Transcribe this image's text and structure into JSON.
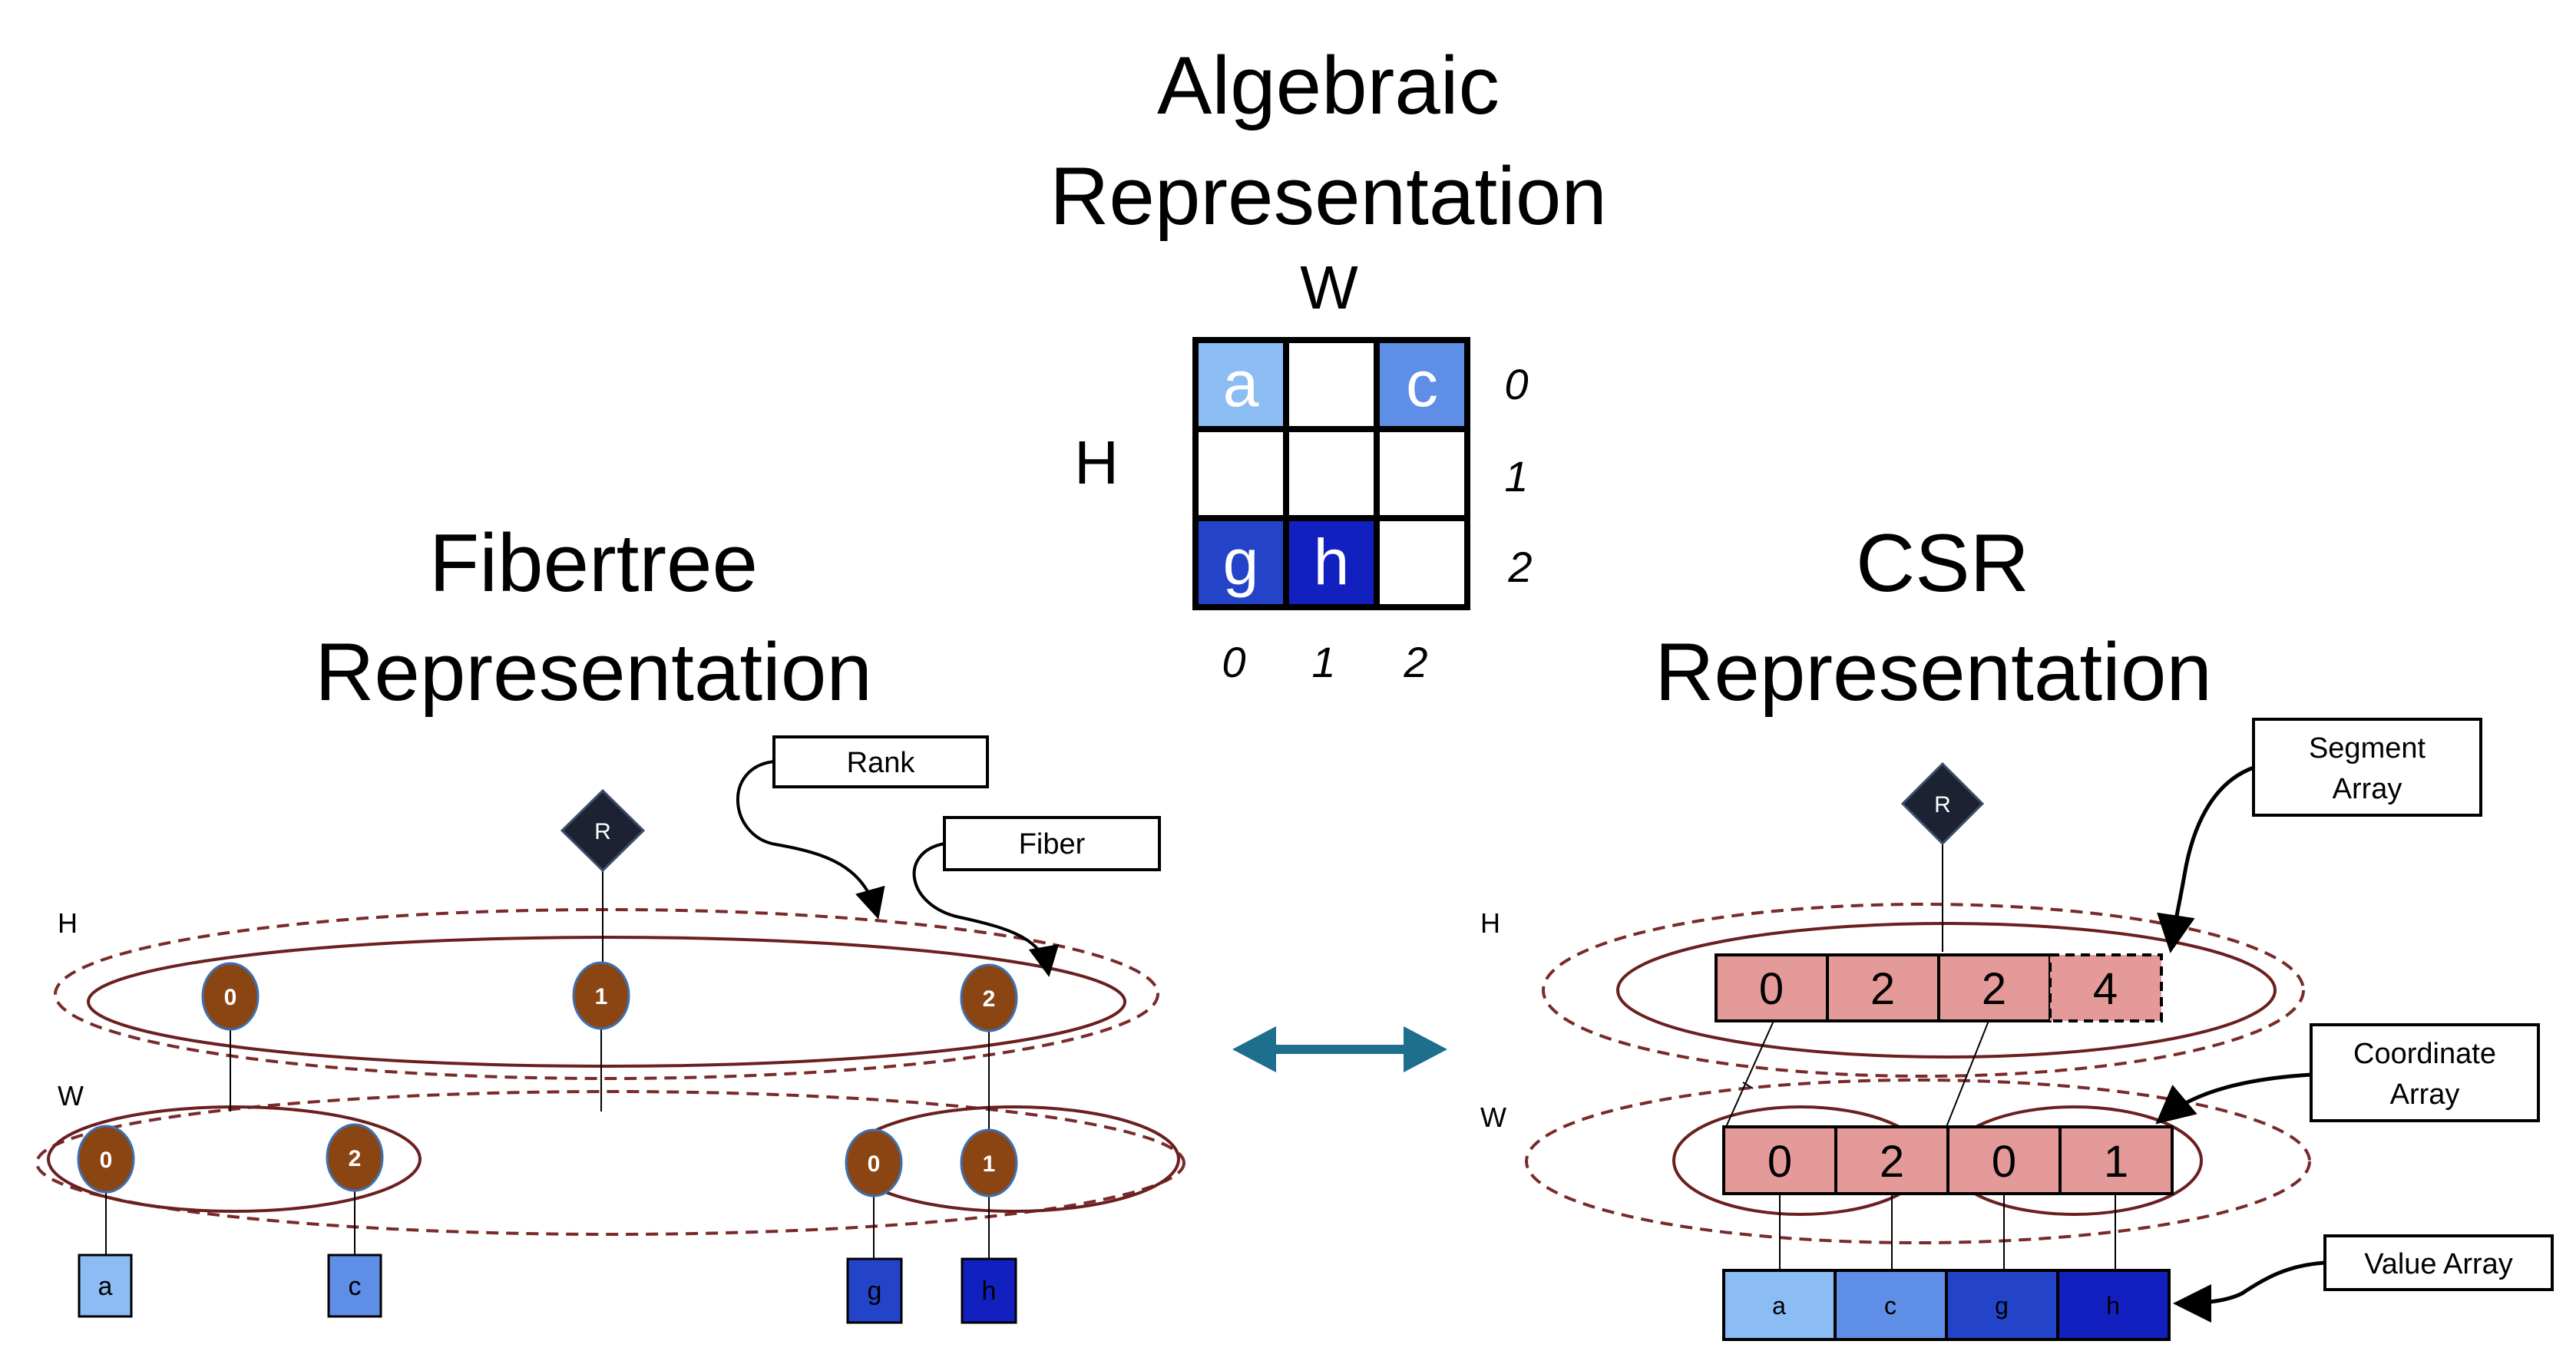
{
  "titles": {
    "algebraic_line1": "Algebraic",
    "algebraic_line2": "Representation",
    "fibertree_line1": "Fibertree",
    "fibertree_line2": "Representation",
    "csr_line1": "CSR",
    "csr_line2": "Representation"
  },
  "matrix": {
    "col_rank_label": "W",
    "row_rank_label": "H",
    "row_indices": [
      "0",
      "1",
      "2"
    ],
    "col_indices": [
      "0",
      "1",
      "2"
    ],
    "cells": [
      [
        "a",
        "",
        "c"
      ],
      [
        "",
        "",
        ""
      ],
      [
        "g",
        "h",
        ""
      ]
    ]
  },
  "colors": {
    "a": "#8cbcf4",
    "c": "#5f8ee6",
    "g": "#2344c8",
    "h": "#1220bf",
    "node": "#8a4512",
    "node_stroke": "#3f6fb0",
    "fiber_ring": "#6b1f1f",
    "rank_ring": "#7a2a2a",
    "array_cell": "#e39a98",
    "root": "#1c2232",
    "double_arrow": "#1e6e8e"
  },
  "fibertree": {
    "root_label": "R",
    "rank_h_label": "H",
    "rank_w_label": "W",
    "h_coords": [
      "0",
      "1",
      "2"
    ],
    "w_coords": [
      "0",
      "2",
      "0",
      "1"
    ],
    "leaves": [
      "a",
      "c",
      "g",
      "h"
    ],
    "callout_rank": "Rank",
    "callout_fiber": "Fiber"
  },
  "csr": {
    "root_label": "R",
    "rank_h_label": "H",
    "rank_w_label": "W",
    "segment_array": [
      "0",
      "2",
      "2",
      "4"
    ],
    "coordinate_array": [
      "0",
      "2",
      "0",
      "1"
    ],
    "value_array": [
      "a",
      "c",
      "g",
      "h"
    ],
    "callout_segment_line1": "Segment",
    "callout_segment_line2": "Array",
    "callout_coordinate_line1": "Coordinate",
    "callout_coordinate_line2": "Array",
    "callout_value": "Value Array"
  }
}
